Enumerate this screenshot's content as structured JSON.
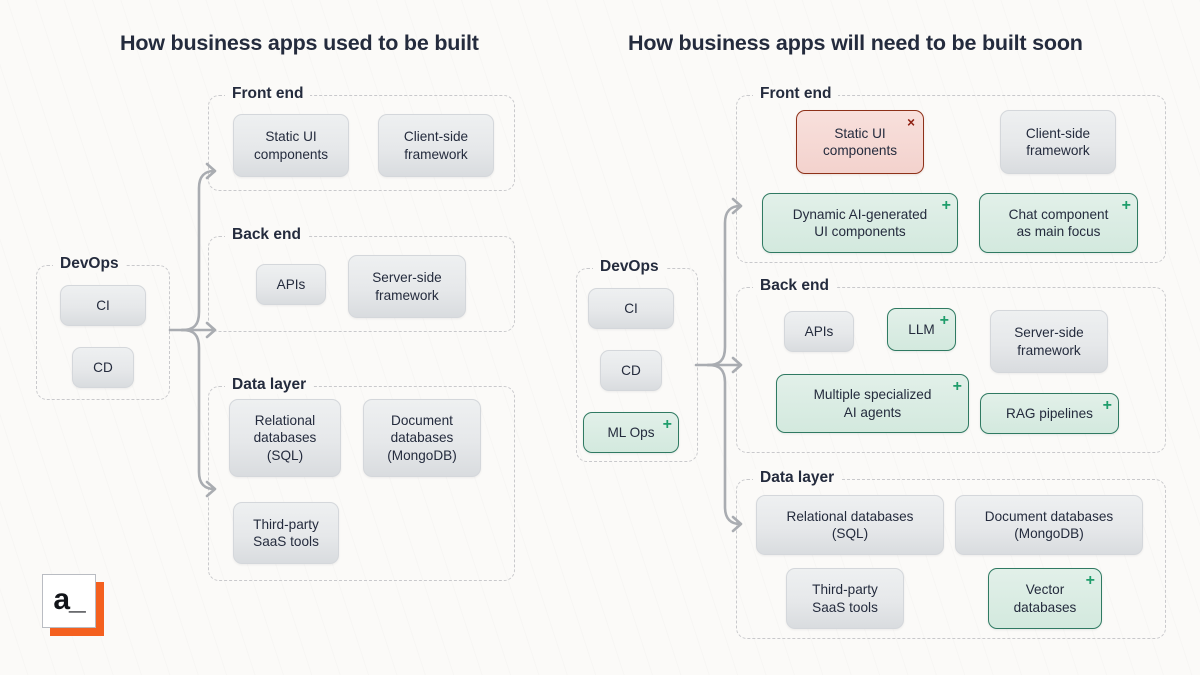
{
  "page": {
    "background_color": "#fbfaf8",
    "text_color": "#242b3d",
    "accent_green": "#2f7a62",
    "accent_red": "#8e3119",
    "accent_orange": "#f4601f",
    "connector_color": "#a9acb1"
  },
  "logo": {
    "text": "a_"
  },
  "panels": [
    {
      "title": "How business apps used to be built",
      "devops": {
        "label": "DevOps",
        "items": [
          {
            "label": "CI",
            "style": "gray",
            "badge": ""
          },
          {
            "label": "CD",
            "style": "gray",
            "badge": ""
          }
        ]
      },
      "layers": [
        {
          "label": "Front end",
          "items": [
            {
              "label": "Static UI components",
              "style": "gray",
              "badge": ""
            },
            {
              "label": "Client-side framework",
              "style": "gray",
              "badge": ""
            }
          ]
        },
        {
          "label": "Back end",
          "items": [
            {
              "label": "APIs",
              "style": "gray",
              "badge": ""
            },
            {
              "label": "Server-side framework",
              "style": "gray",
              "badge": ""
            }
          ]
        },
        {
          "label": "Data layer",
          "items": [
            {
              "label": "Relational databases (SQL)",
              "style": "gray",
              "badge": ""
            },
            {
              "label": "Document databases (MongoDB)",
              "style": "gray",
              "badge": ""
            },
            {
              "label": "Third-party SaaS tools",
              "style": "gray",
              "badge": ""
            }
          ]
        }
      ]
    },
    {
      "title": "How business apps will need to be built soon",
      "devops": {
        "label": "DevOps",
        "items": [
          {
            "label": "CI",
            "style": "gray",
            "badge": ""
          },
          {
            "label": "CD",
            "style": "gray",
            "badge": ""
          },
          {
            "label": "ML Ops",
            "style": "green",
            "badge": "+"
          }
        ]
      },
      "layers": [
        {
          "label": "Front end",
          "items": [
            {
              "label": "Static UI components",
              "style": "red",
              "badge": "×"
            },
            {
              "label": "Client-side framework",
              "style": "gray",
              "badge": ""
            },
            {
              "label": "Dynamic AI-generated UI components",
              "style": "green",
              "badge": "+"
            },
            {
              "label": "Chat component as main focus",
              "style": "green",
              "badge": "+"
            }
          ]
        },
        {
          "label": "Back end",
          "items": [
            {
              "label": "APIs",
              "style": "gray",
              "badge": ""
            },
            {
              "label": "LLM",
              "style": "green",
              "badge": "+"
            },
            {
              "label": "Server-side framework",
              "style": "gray",
              "badge": ""
            },
            {
              "label": "Multiple specialized AI agents",
              "style": "green",
              "badge": "+"
            },
            {
              "label": "RAG pipelines",
              "style": "green",
              "badge": "+"
            }
          ]
        },
        {
          "label": "Data layer",
          "items": [
            {
              "label": "Relational databases (SQL)",
              "style": "gray",
              "badge": ""
            },
            {
              "label": "Document databases (MongoDB)",
              "style": "gray",
              "badge": ""
            },
            {
              "label": "Third-party SaaS tools",
              "style": "gray",
              "badge": ""
            },
            {
              "label": "Vector databases",
              "style": "green",
              "badge": "+"
            }
          ]
        }
      ]
    }
  ],
  "nodes": {
    "l_ci": {
      "line1": "CI",
      "line2": ""
    },
    "l_cd": {
      "line1": "CD",
      "line2": ""
    },
    "l_static": {
      "line1": "Static UI",
      "line2": "components"
    },
    "l_client": {
      "line1": "Client-side",
      "line2": "framework"
    },
    "l_apis": {
      "line1": "APIs",
      "line2": ""
    },
    "l_server": {
      "line1": "Server-side",
      "line2": "framework"
    },
    "l_relational": {
      "line1": "Relational",
      "line2": "databases",
      "line3": "(SQL)"
    },
    "l_document": {
      "line1": "Document",
      "line2": "databases",
      "line3": "(MongoDB)"
    },
    "l_saas": {
      "line1": "Third-party",
      "line2": "SaaS tools"
    },
    "r_ci": {
      "line1": "CI",
      "line2": ""
    },
    "r_cd": {
      "line1": "CD",
      "line2": ""
    },
    "r_mlops": {
      "line1": "ML Ops",
      "line2": ""
    },
    "r_static": {
      "line1": "Static UI",
      "line2": "components"
    },
    "r_client": {
      "line1": "Client-side",
      "line2": "framework"
    },
    "r_dynamic": {
      "line1": "Dynamic AI-generated",
      "line2": "UI components"
    },
    "r_chat": {
      "line1": "Chat component",
      "line2": "as main focus"
    },
    "r_apis": {
      "line1": "APIs",
      "line2": ""
    },
    "r_llm": {
      "line1": "LLM",
      "line2": ""
    },
    "r_server": {
      "line1": "Server-side",
      "line2": "framework"
    },
    "r_agents": {
      "line1": "Multiple specialized",
      "line2": "AI agents"
    },
    "r_rag": {
      "line1": "RAG pipelines",
      "line2": ""
    },
    "r_relational": {
      "line1": "Relational databases",
      "line2": "(SQL)"
    },
    "r_document": {
      "line1": "Document databases",
      "line2": "(MongoDB)"
    },
    "r_saas": {
      "line1": "Third-party",
      "line2": "SaaS tools"
    },
    "r_vector": {
      "line1": "Vector",
      "line2": "databases"
    }
  },
  "labels": {
    "l_devops": "DevOps",
    "l_frontend": "Front end",
    "l_backend": "Back end",
    "l_datalayer": "Data layer",
    "r_devops": "DevOps",
    "r_frontend": "Front end",
    "r_backend": "Back end",
    "r_datalayer": "Data layer"
  },
  "badges": {
    "plus": "+",
    "cross": "×"
  },
  "titles": {
    "left": "How business apps used to be built",
    "right": "How business apps will need to be built soon"
  }
}
